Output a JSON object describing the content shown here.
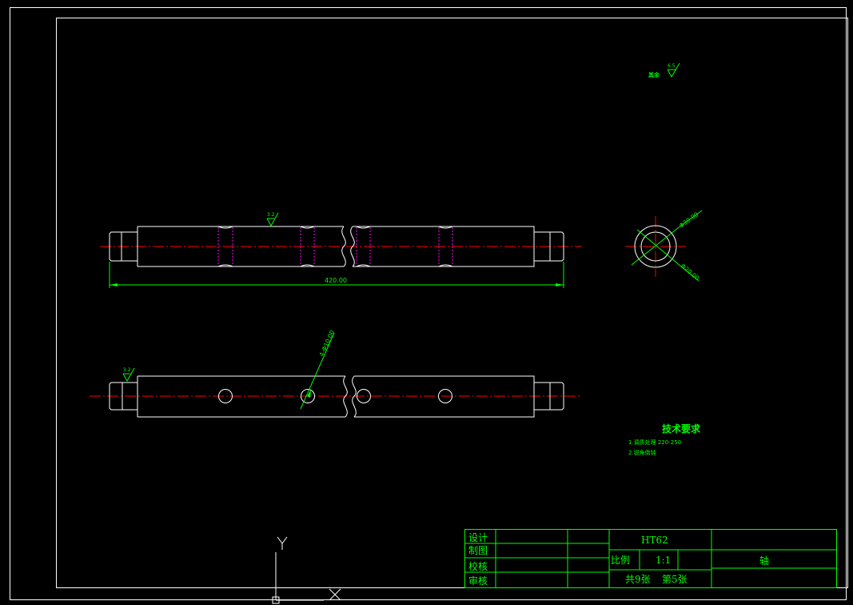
{
  "annotations": {
    "surface_finish_top": "6.5",
    "surface_finish_label": "其余",
    "surface_finish_front": "3.2",
    "surface_finish_bottom": "3.2",
    "length_dim": "420.00",
    "hole_dim": "4-Φ10.00",
    "section_outer_dim": "Φ30.00",
    "section_inner_dim": "Φ20.00"
  },
  "tech_requirements": {
    "title": "技术要求",
    "items": [
      "1.调质处理 220-250",
      "2.锐角倒钝"
    ]
  },
  "title_block": {
    "design": "设计",
    "drawing": "制图",
    "check": "校核",
    "review": "审核",
    "material": "HT62",
    "scale_label": "比例",
    "scale_value": "1:1",
    "part_name": "轴",
    "sheets_total": "共9张",
    "sheet_number": "第5张"
  },
  "ucs": {
    "y_label": "Y",
    "x_label": "X"
  },
  "colors": {
    "background": "#000000",
    "outline": "#ffffff",
    "annotation": "#00ff00",
    "centerline": "#ff0000",
    "hidden": "#ff00ff"
  }
}
